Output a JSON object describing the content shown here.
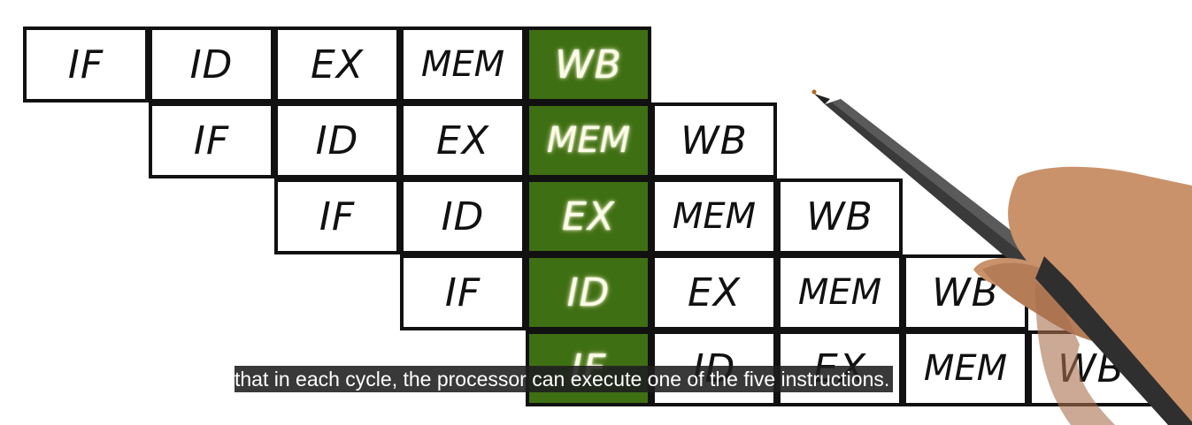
{
  "pipeline": {
    "instructions": [
      [
        "IF",
        "ID",
        "EX",
        "MEM",
        "WB"
      ],
      [
        "IF",
        "ID",
        "EX",
        "MEM",
        "WB"
      ],
      [
        "IF",
        "ID",
        "EX",
        "MEM",
        "WB"
      ],
      [
        "IF",
        "ID",
        "EX",
        "MEM",
        "WB"
      ],
      [
        "IF",
        "ID",
        "EX",
        "MEM",
        "WB"
      ]
    ],
    "highlighted_cycle": 5,
    "highlight_color": "#3f6f13"
  },
  "subtitle": "that in each cycle, the processor can execute one of the five instructions.",
  "decorations": [
    "hand-holding-pen"
  ]
}
